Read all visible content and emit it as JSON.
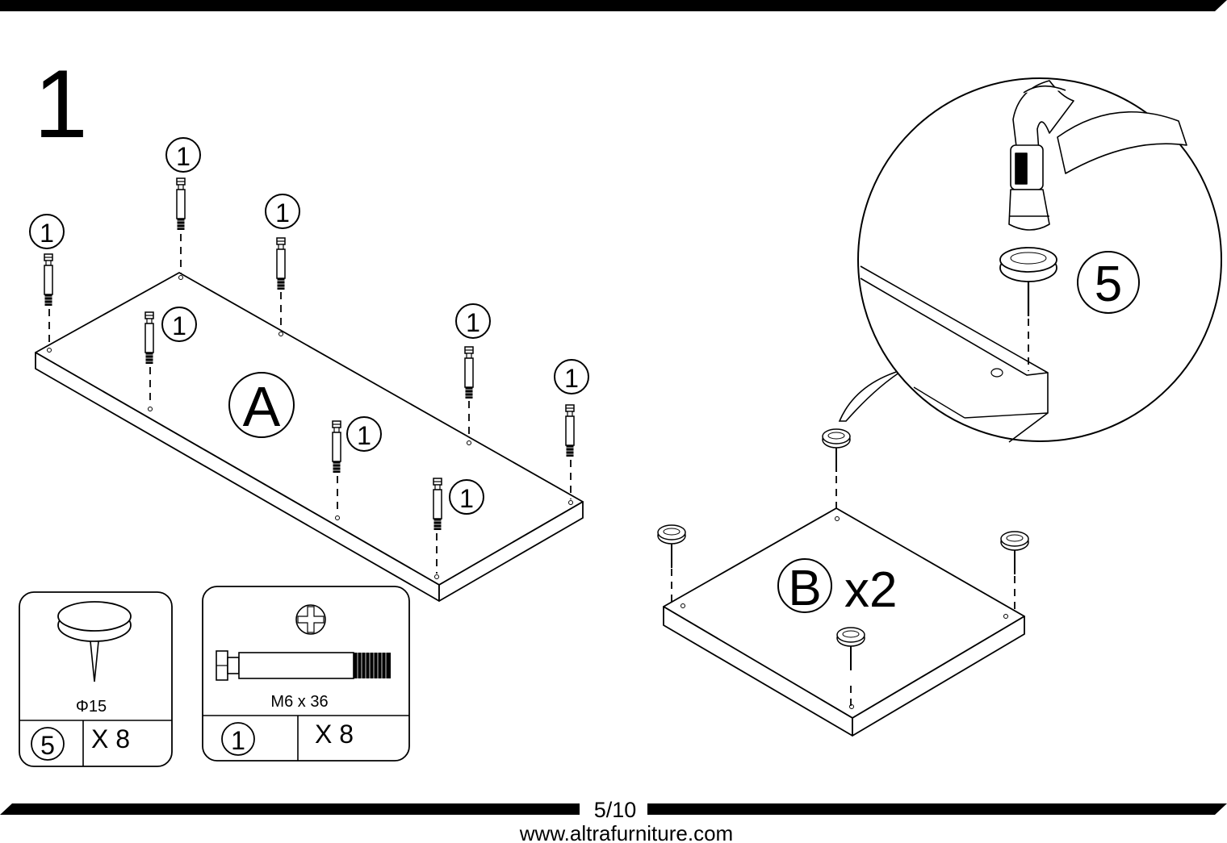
{
  "step": {
    "number": "1"
  },
  "panel_a": {
    "label": "A",
    "part_callouts": [
      "1",
      "1",
      "1",
      "1",
      "1",
      "1",
      "1",
      "1"
    ]
  },
  "panel_b": {
    "label": "B",
    "multiplier": "x2"
  },
  "detail": {
    "part_callout": "5"
  },
  "parts": [
    {
      "callout": "5",
      "spec": "Φ15",
      "qty": "X 8"
    },
    {
      "callout": "1",
      "spec": "M6 x 36",
      "qty": "X 8"
    }
  ],
  "footer": {
    "page": "5/10",
    "url": "www.altrafurniture.com"
  }
}
